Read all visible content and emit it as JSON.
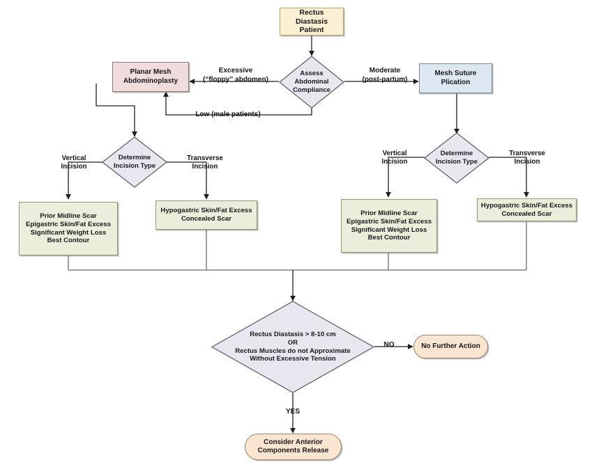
{
  "diagram": {
    "title": "Rectus Diastasis Surgical Decision Algorithm",
    "type": "flowchart",
    "colors": {
      "start_fill": "#fbf0d3",
      "process_pink_fill": "#f0dcdc",
      "process_blue_fill": "#dde7f1",
      "outcome_green_fill": "#e9efda",
      "decision_fill": "#e8e6ef",
      "terminator_fill": "#fae5d0",
      "edge_stroke": "#6b6b6b",
      "text": "#17181a"
    }
  },
  "nodes": {
    "start": {
      "label": "Rectus Diastasis\nPatient",
      "shape": "process",
      "style": "cream"
    },
    "assess": {
      "label": "Assess\nAbdominal\nCompliance",
      "shape": "decision"
    },
    "planar_mesh": {
      "label": "Planar Mesh\nAbdominoplasty",
      "shape": "process",
      "style": "pink"
    },
    "mesh_suture": {
      "label": "Mesh Suture\nPlication",
      "shape": "process",
      "style": "blue"
    },
    "incision_left": {
      "label": "Determine\nIncision Type",
      "shape": "decision"
    },
    "incision_right": {
      "label": "Determine\nIncision Type",
      "shape": "decision"
    },
    "left_vertical_outcome": {
      "label": "Prior Midline Scar\nEpigastric Skin/Fat Excess\nSignificant Weight Loss\nBest Contour",
      "shape": "process",
      "style": "green"
    },
    "left_transverse_outcome": {
      "label": "Hypogastric Skin/Fat Excess\nConcealed Scar",
      "shape": "process",
      "style": "green"
    },
    "right_vertical_outcome": {
      "label": "Prior Midline Scar\nEpigastric Skin/Fat Excess\nSignificant Weight Loss\nBest Contour",
      "shape": "process",
      "style": "green"
    },
    "right_transverse_outcome": {
      "label": "Hypogastric Skin/Fat Excess\nConcealed Scar",
      "shape": "process",
      "style": "green"
    },
    "tension_check": {
      "label": "Rectus Diastasis > 8-10 cm\nOR\nRectus Muscles do not Approximate\nWithout Excessive Tension",
      "shape": "decision"
    },
    "no_further_action": {
      "label": "No Further Action",
      "shape": "terminator"
    },
    "components_release": {
      "label": "Consider Anterior\nComponents Release",
      "shape": "terminator"
    }
  },
  "edge_labels": {
    "excessive": "Excessive\n(“floppy” abdomen)",
    "moderate": "Moderate\n(post-partum)",
    "low": "Low (male patients)",
    "left_vertical": "Vertical\nIncision",
    "left_transverse": "Transverse\nIncision",
    "right_vertical": "Vertical\nIncision",
    "right_transverse": "Transverse\nIncision",
    "no": "NO",
    "yes": "YES"
  }
}
